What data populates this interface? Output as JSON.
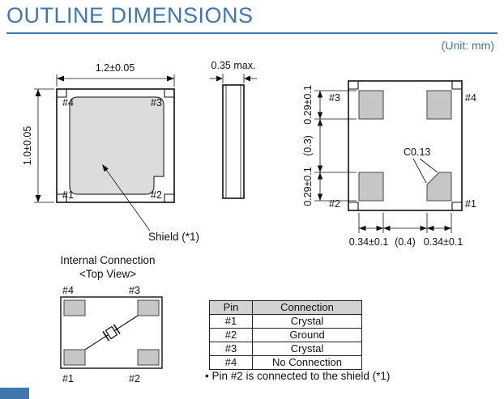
{
  "page": {
    "title": "OUTLINE DIMENSIONS",
    "unit_label": "(Unit: mm)",
    "accent_color": "#3f76ab"
  },
  "top_view": {
    "width_dim": "1.2±0.05",
    "height_dim": "1.0±0.05",
    "pad_top_left": "#4",
    "pad_top_right": "#3",
    "pad_bottom_left": "#1",
    "pad_bottom_right": "#2",
    "shield_label": "Shield (*1)"
  },
  "side_view": {
    "thickness_dim": "0.35 max."
  },
  "bottom_view": {
    "pad_top_left": "#3",
    "pad_top_right": "#4",
    "pad_bottom_left": "#2",
    "pad_bottom_right": "#1",
    "chamfer_label": "C0.13",
    "v_dim_top": "0.29±0.1",
    "v_dim_mid": "(0.3)",
    "v_dim_bottom": "0.29±0.1",
    "h_dim_left": "0.34±0.1",
    "h_dim_mid": "(0.4)",
    "h_dim_right": "0.34±0.1"
  },
  "internal_connection": {
    "title": "Internal Connection",
    "subtitle": "<Top View>",
    "pad_top_left": "#4",
    "pad_top_right": "#3",
    "pad_bottom_left": "#1",
    "pad_bottom_right": "#2"
  },
  "pin_table": {
    "headers": [
      "Pin",
      "Connection"
    ],
    "rows": [
      [
        "#1",
        "Crystal"
      ],
      [
        "#2",
        "Ground"
      ],
      [
        "#3",
        "Crystal"
      ],
      [
        "#4",
        "No Connection"
      ]
    ]
  },
  "note": "• Pin #2 is connected to the shield (*1)"
}
